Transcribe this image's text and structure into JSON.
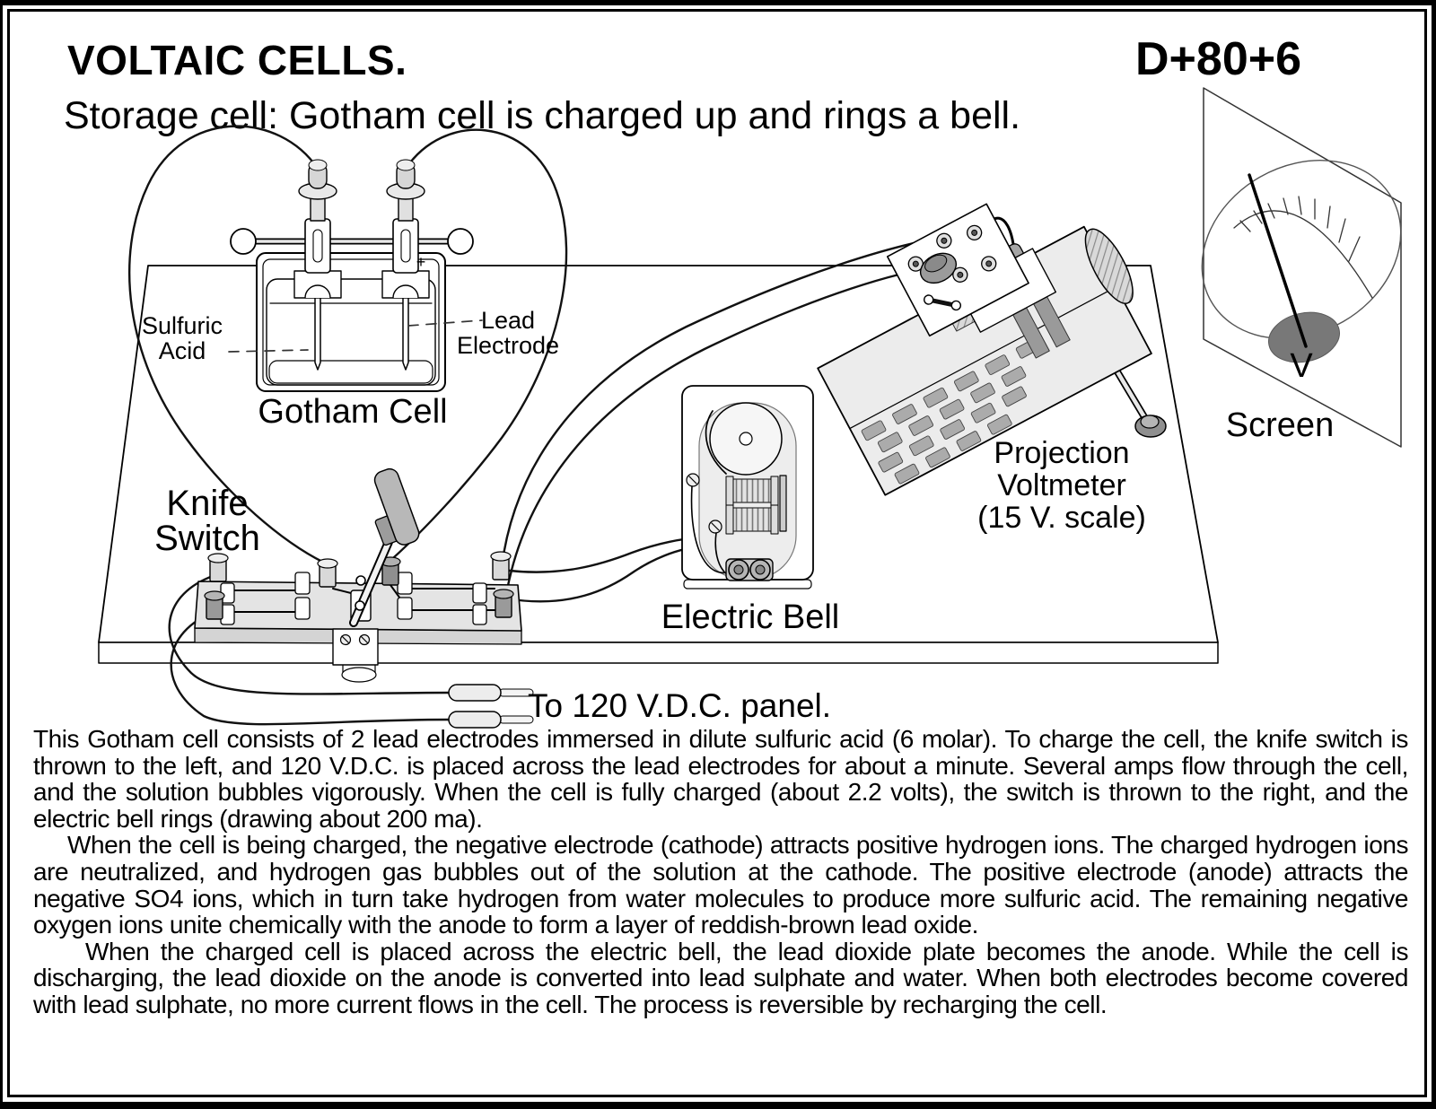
{
  "page": {
    "title": "VOLTAIC CELLS.",
    "code": "D+80+6",
    "subtitle": "Storage cell: Gotham cell is charged up and rings a bell."
  },
  "diagram": {
    "labels": {
      "sulfuric_acid_line1": "Sulfuric",
      "sulfuric_acid_line2": "Acid",
      "lead_electrode_line1": "Lead",
      "lead_electrode_line2": "Electrode",
      "plus_mark": "+",
      "gotham_cell": "Gotham Cell",
      "knife_switch_line1": "Knife",
      "knife_switch_line2": "Switch",
      "electric_bell": "Electric Bell",
      "voltmeter_line1": "Projection",
      "voltmeter_line2": "Voltmeter",
      "voltmeter_line3": "(15 V. scale)",
      "meter_unit": "V",
      "screen": "Screen",
      "panel_lead": "To 120 V.D.C. panel."
    },
    "meter": {
      "scale_range": "15 V",
      "tick_count": 9
    }
  },
  "body_text": {
    "paragraph1": "This Gotham cell consists of 2 lead electrodes immersed in dilute sulfuric acid (6 molar). To charge the cell, the knife switch is thrown to the left, and 120 V.D.C. is placed across the lead electrodes for about a minute. Several amps flow through the cell, and the solution bubbles vigorously.  When the cell is fully charged (about 2.2 volts), the switch is thrown to the right, and the electric bell rings (drawing about 200 ma).",
    "paragraph2": "When the cell is being charged, the negative electrode (cathode) attracts positive hydrogen ions.  The charged hydrogen ions are neutralized, and hydrogen gas bubbles out of the solution at the cathode.  The positive electrode (anode) attracts the negative SO4 ions, which in turn take hydrogen from water molecules to produce more sulfuric acid.  The remaining negative oxygen ions unite chemically with the anode to form a layer of reddish-brown lead oxide.",
    "paragraph3": "When the charged cell is placed across the electric bell, the lead dioxide plate becomes the anode. While the cell is discharging, the lead dioxide on the anode is converted into lead sulphate and water. When both electrodes become covered with lead sulphate, no more current flows in the cell.  The process is reversible by recharging the cell."
  },
  "colors": {
    "ink": "#000000",
    "paper": "#ffffff",
    "device_fill": "#ececec",
    "mid_gray": "#9a9a9a",
    "vent_gray": "#ababab",
    "meter_shadow": "#787878"
  }
}
